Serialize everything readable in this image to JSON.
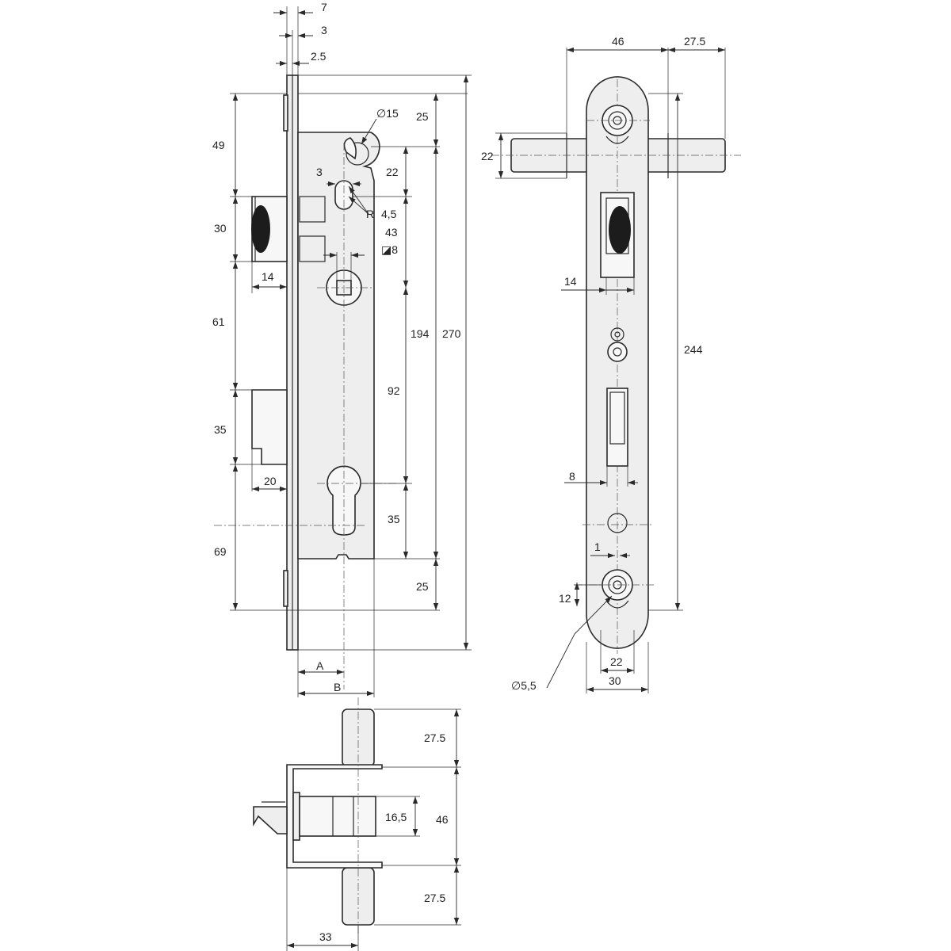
{
  "colors": {
    "line": "#2a2a2a",
    "fill": "#eeeeee",
    "text": "#222222",
    "background": "#ffffff"
  },
  "dims": {
    "top_7": "7",
    "top_3": "3",
    "top_2_5": "2.5",
    "left_49": "49",
    "left_30": "30",
    "left_14": "14",
    "left_61": "61",
    "left_35": "35",
    "left_20": "20",
    "left_69": "69",
    "dia_15": "∅15",
    "r_25_top": "25",
    "r_22": "22",
    "small_3": "3",
    "radius": "R",
    "radius_val": "4,5",
    "r_43": "43",
    "square_8": "◪8",
    "r_194": "194",
    "r_270": "270",
    "r_92": "92",
    "r_35": "35",
    "r_25_bottom": "25",
    "label_a": "A",
    "label_b": "B",
    "side_46": "46",
    "side_27_5": "27.5",
    "side_22": "22",
    "side_14": "14",
    "side_244": "244",
    "side_8": "8",
    "side_1": "1",
    "side_12": "12",
    "side_22_bottom": "22",
    "side_30": "30",
    "dia_5_5": "∅5,5",
    "bot_27_5_top": "27.5",
    "bot_46": "46",
    "bot_16_5": "16,5",
    "bot_27_5_bottom": "27.5",
    "bot_33": "33"
  }
}
